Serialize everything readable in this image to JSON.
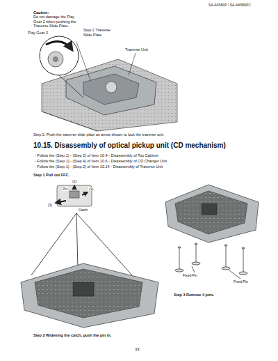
{
  "diagram": {
    "title": "10.15. Disassembly of optical pickup unit (CD mechanism)",
    "labels": [
      "SA-AK580P / SA-AK580PC",
      "Caution:",
      "Do not damage the Play Gear 2 when pushing the Traverse Slide Plate.",
      "Play Gear 2",
      "Step 2 Traverse Slide Plate",
      "Traverse Unit",
      "Step 2: Push the traverse slide plate as arrow shown to lock the traverse unit.",
      "- Follow the (Step 1) - (Step 2) of Item 10.4 - Disassembly of Top Cabinet",
      "- Follow the (Step 1) - (Step 4) of Item 10.6 - Disassembly of CD Changer Unit",
      "- Follow the (Step 1) - (Step 2) of Item 10.14 - Disassembly of Traverse Unit",
      "Step 1 Pull out FFC.",
      "(2)",
      "Pin",
      "(1)",
      "(1)",
      "Catch",
      "Fixed Pin",
      "Fixed Pin",
      "Step 3 Remove 4 pins.",
      "Step 2 Widening the catch, push the pin in.",
      "33"
    ]
  }
}
